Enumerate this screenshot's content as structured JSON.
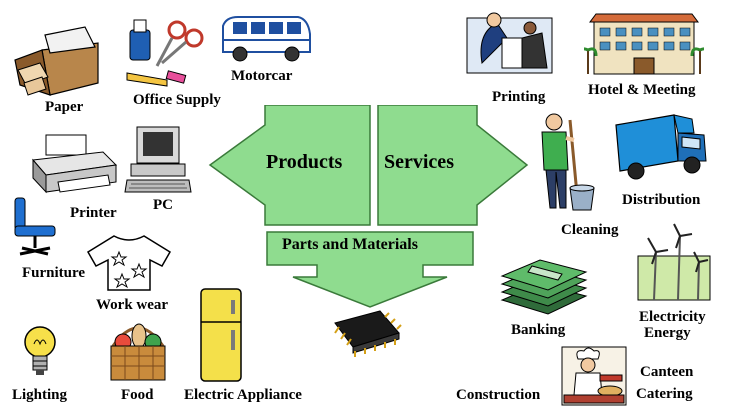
{
  "center": {
    "products": "Products",
    "services": "Services",
    "parts": "Parts and Materials"
  },
  "products_items": {
    "paper": "Paper",
    "office_supply": "Office Supply",
    "motorcar": "Motorcar",
    "printer": "Printer",
    "pc": "PC",
    "furniture": "Furniture",
    "work_wear": "Work wear",
    "lighting": "Lighting",
    "food": "Food",
    "electric_appliance": "Electric Appliance"
  },
  "services_items": {
    "printing": "Printing",
    "hotel_meeting": "Hotel & Meeting",
    "cleaning": "Cleaning",
    "distribution": "Distribution",
    "banking": "Banking",
    "electricity_line1": "Electricity",
    "electricity_line2": "Energy",
    "construction": "Construction",
    "canteen_line1": "Canteen",
    "canteen_line2": "Catering"
  },
  "colors": {
    "arrow_fill": "#8fdc8f",
    "arrow_stroke": "#3a7a3a"
  }
}
